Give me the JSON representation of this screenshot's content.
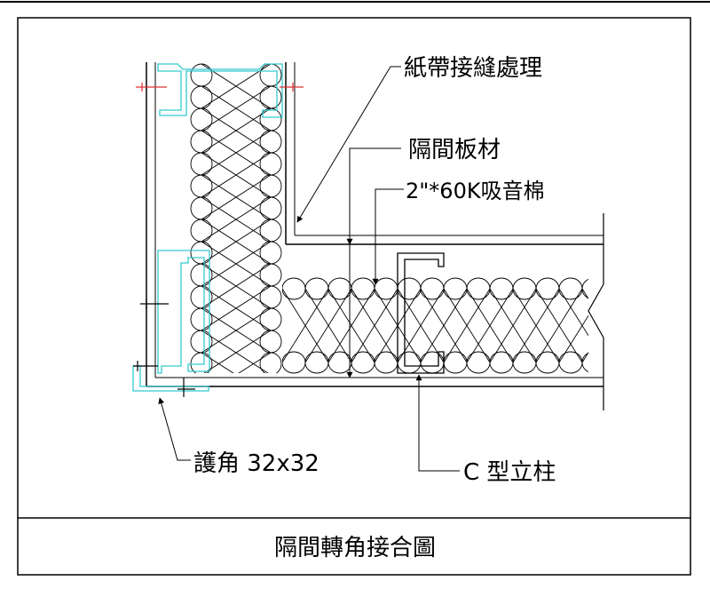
{
  "title": "隔間轉角接合圖",
  "labels": {
    "tape_joint": "紙帶接縫處理",
    "panel": "隔間板材",
    "insulation": "2\"*60K吸音棉",
    "corner_guard": "護角 32x32",
    "c_stud": "C 型立柱"
  },
  "colors": {
    "stud_outline": "#33c9cf",
    "screw": "#e03030",
    "line": "#000000"
  }
}
